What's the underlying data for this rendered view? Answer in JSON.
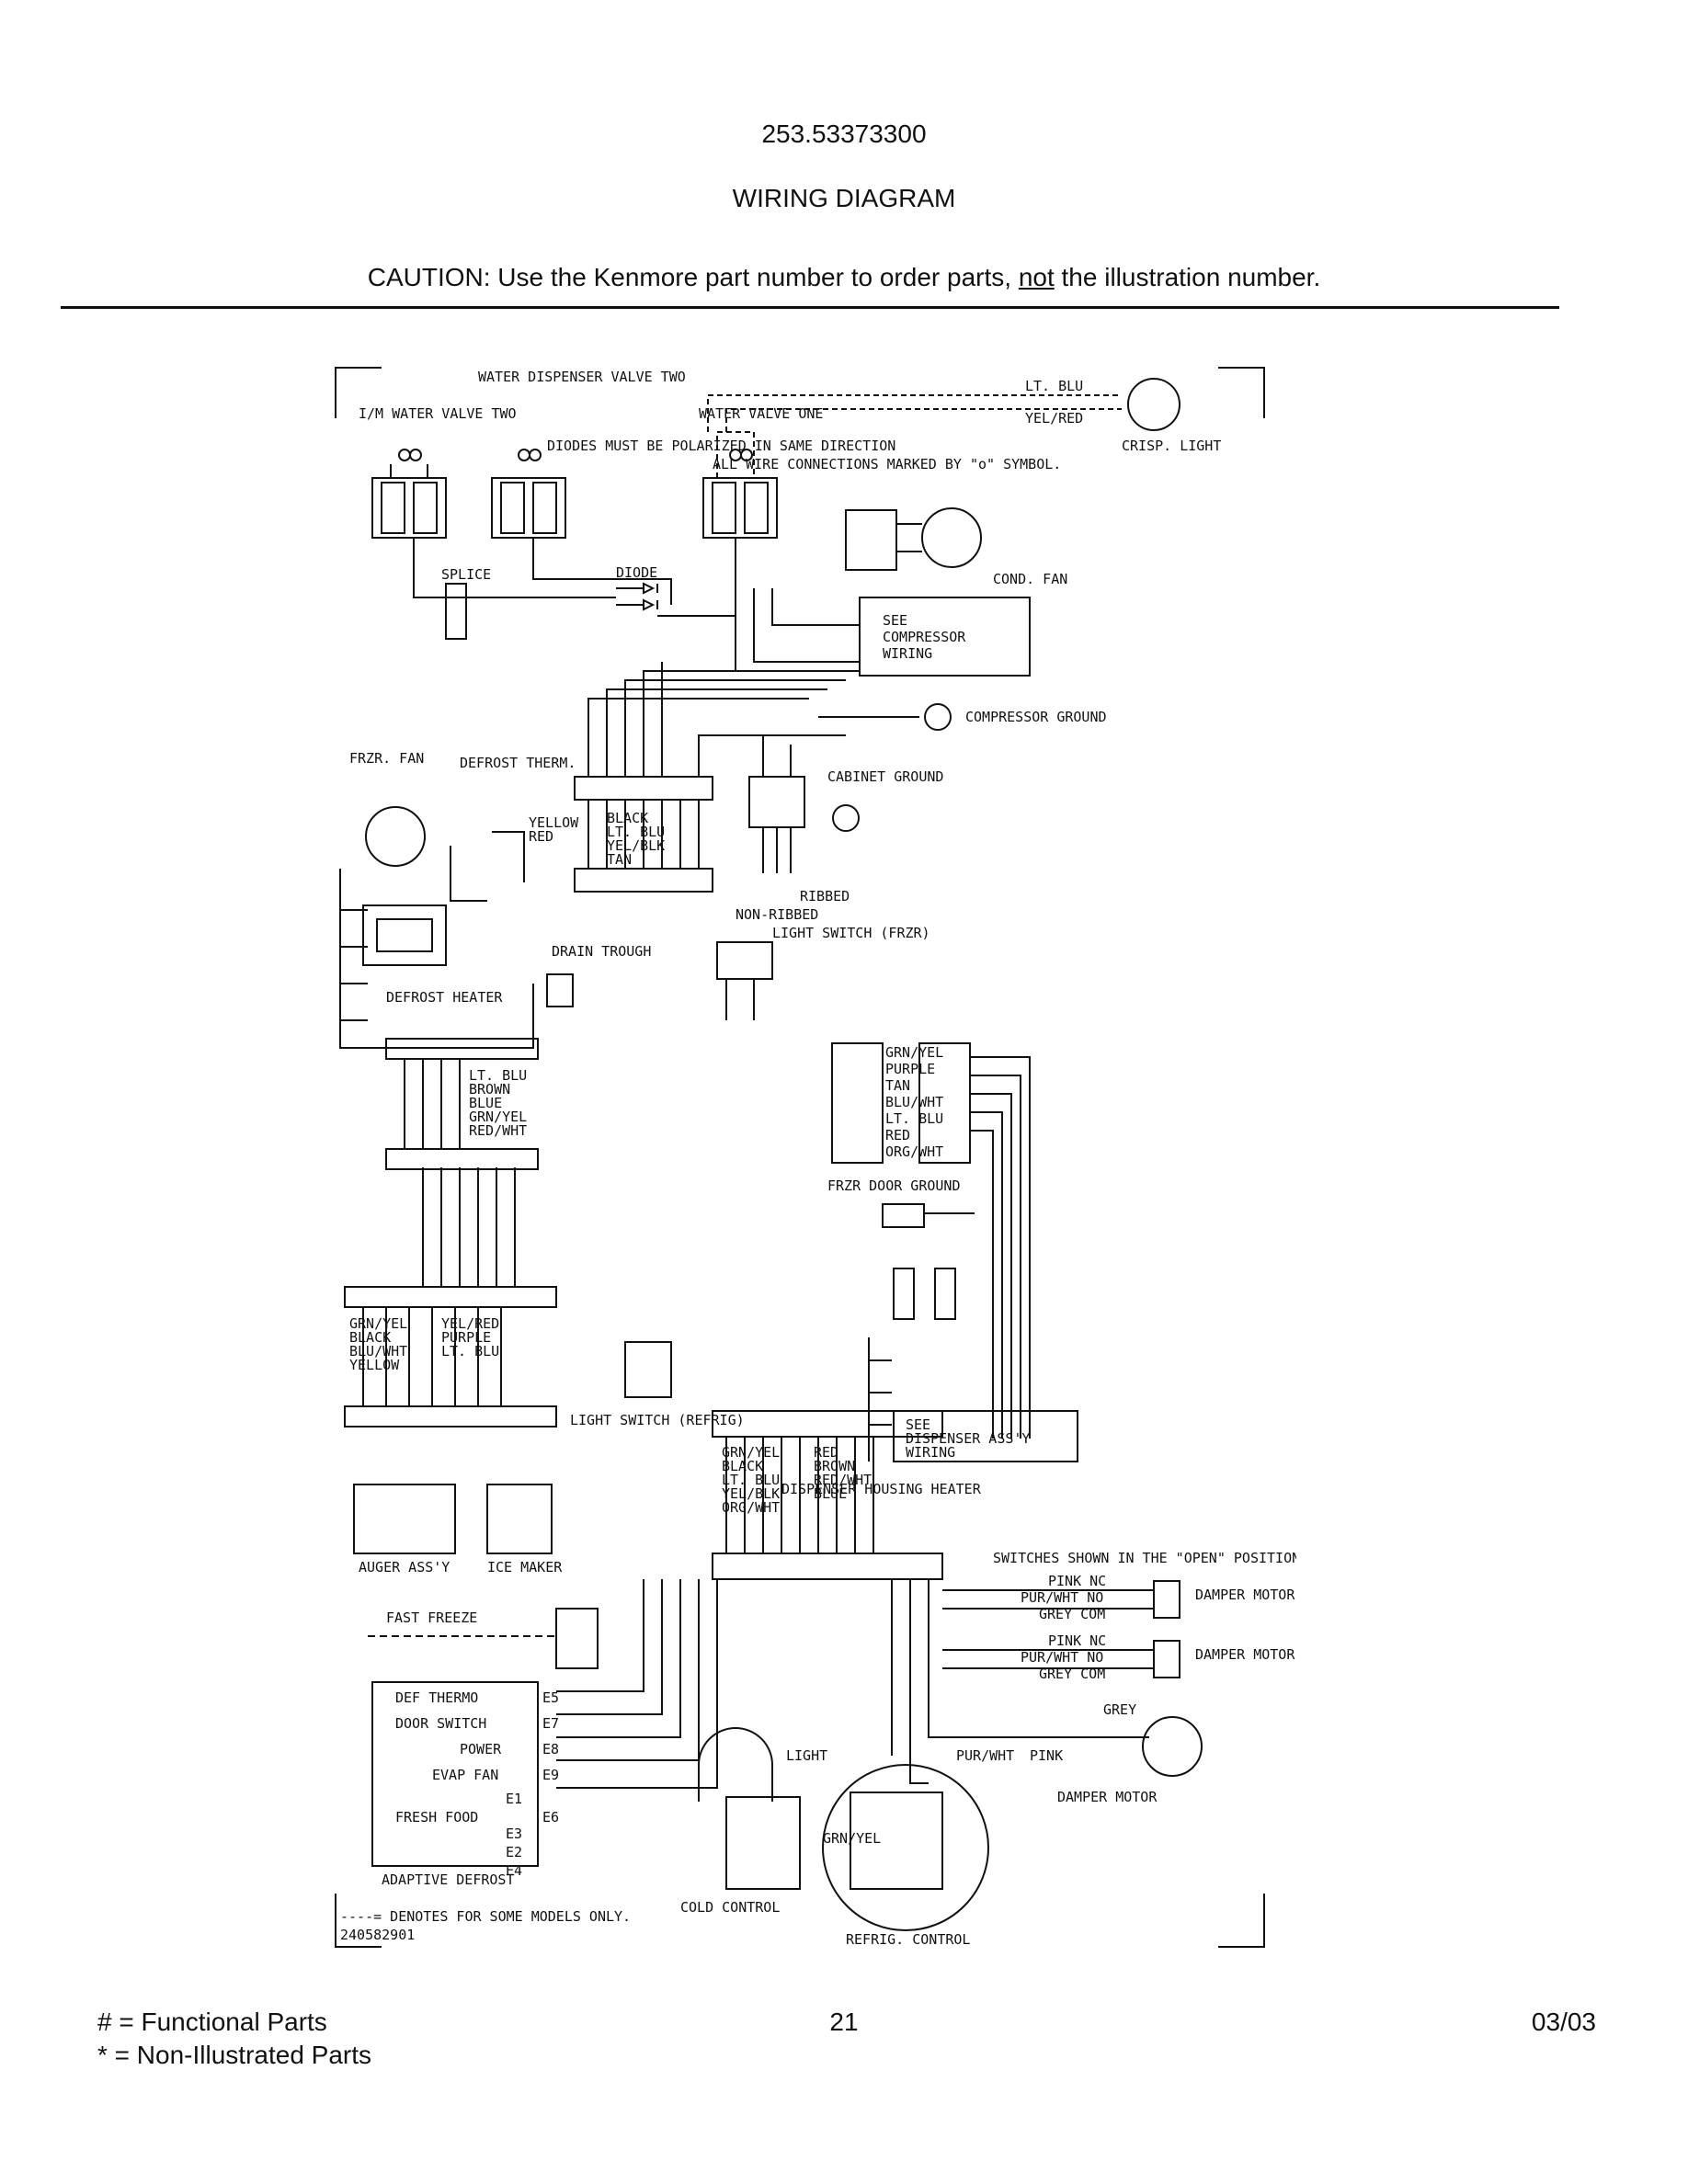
{
  "header": {
    "model_number": "253.53373300",
    "title": "WIRING DIAGRAM",
    "caution_prefix": "CAUTION: Use the Kenmore part number to order parts, ",
    "caution_emphasis": "not",
    "caution_suffix": " the illustration number."
  },
  "diagram": {
    "components": {
      "im_water_valve": "I/M WATER VALVE TWO",
      "dispenser_valve": "WATER DISPENSER VALVE TWO",
      "diodes_note": "DIODES MUST BE POLARIZED IN SAME DIRECTION",
      "water_valve_one": "WATER VALVE ONE",
      "connections_note": "ALL WIRE CONNECTIONS MARKED BY \"o\" SYMBOL.",
      "crisp_light": "CRISP. LIGHT",
      "cond_fan": "COND. FAN",
      "see_compressor_1": "SEE",
      "see_compressor_2": "COMPRESSOR",
      "see_compressor_3": "WIRING",
      "compressor_ground": "COMPRESSOR GROUND",
      "cabinet_ground": "CABINET GROUND",
      "frzr_fan": "FRZR. FAN",
      "defrost_therm": "DEFROST THERM.",
      "defrost_heater": "DEFROST HEATER",
      "drain_trough": "DRAIN TROUGH",
      "ribbed": "RIBBED",
      "non_ribbed": "NON-RIBBED",
      "light_switch_frzr": "LIGHT SWITCH (FRZR)",
      "frzr_door_ground": "FRZR DOOR GROUND",
      "dispenser_housing_heater": "DISPENSER HOUSING HEATER",
      "see_dispenser_1": "SEE",
      "see_dispenser_2": "DISPENSER ASS'Y",
      "see_dispenser_3": "WIRING",
      "light_switch_refrig": "LIGHT SWITCH (REFRIG)",
      "auger_assy": "AUGER ASS'Y",
      "ice_maker": "ICE MAKER",
      "fast_freeze": "FAST FREEZE",
      "damper_motor_1": "DAMPER MOTOR",
      "damper_motor_2": "DAMPER MOTOR",
      "damper_motor_3": "DAMPER MOTOR",
      "switches_note": "SWITCHES SHOWN IN THE \"OPEN\" POSITION",
      "light": "LIGHT",
      "cold_control": "COLD CONTROL",
      "refrig_control": "REFRIG. CONTROL",
      "adaptive_defrost": "ADAPTIVE DEFROST",
      "some_models": "----= DENOTES FOR SOME MODELS ONLY.",
      "splice": "SPLICE",
      "diode": "DIODE",
      "drawing_number": "240582901"
    },
    "wires": {
      "lt_blu": "LT. BLU",
      "yel_red": "YEL/RED",
      "harness_top": [
        "BLACK",
        "LT. BLU",
        "YEL/BLK",
        "TAN",
        "YELLOW",
        "RED"
      ],
      "harness_left": [
        "LT. BLU",
        "BROWN",
        "BLUE",
        "GRN/YEL",
        "RED/WHT"
      ],
      "harness_right": [
        "GRN/YEL",
        "PURPLE",
        "TAN",
        "BLU/WHT",
        "LT. BLU",
        "RED",
        "ORG/WHT"
      ],
      "harness_lower_left": [
        "GRN/YEL",
        "BLACK",
        "BLU/WHT",
        "YELLOW",
        "YEL/RED",
        "PURPLE",
        "LT. BLU"
      ],
      "harness_lower_mid": [
        "GRN/YEL",
        "BLACK",
        "LT. BLU",
        "YEL/BLK",
        "ORG/WHT",
        "RED",
        "BROWN",
        "RED/WHT",
        "BLUE"
      ],
      "switch_wires": [
        "PINK NC",
        "PUR/WHT NO",
        "GREY COM"
      ],
      "grey": "GREY",
      "pink": "PINK",
      "pur_wht": "PUR/WHT",
      "grn_yel": "GRN/YEL"
    },
    "control_terminals": [
      {
        "name": "DEF THERMO",
        "code": "E5"
      },
      {
        "name": "DOOR SWITCH",
        "code": "E7"
      },
      {
        "name": "POWER",
        "code": "E8"
      },
      {
        "name": "EVAP FAN",
        "code": "E9"
      },
      {
        "name": "E1",
        "code": ""
      },
      {
        "name": "FRESH FOOD",
        "code": "E6"
      },
      {
        "name": "E3",
        "code": ""
      },
      {
        "name": "E2",
        "code": ""
      },
      {
        "name": "E4",
        "code": ""
      }
    ]
  },
  "footer": {
    "legend_functional": "#  =  Functional Parts",
    "legend_non_illustrated": "*   =  Non-Illustrated Parts",
    "page_number": "21",
    "date": "03/03"
  }
}
